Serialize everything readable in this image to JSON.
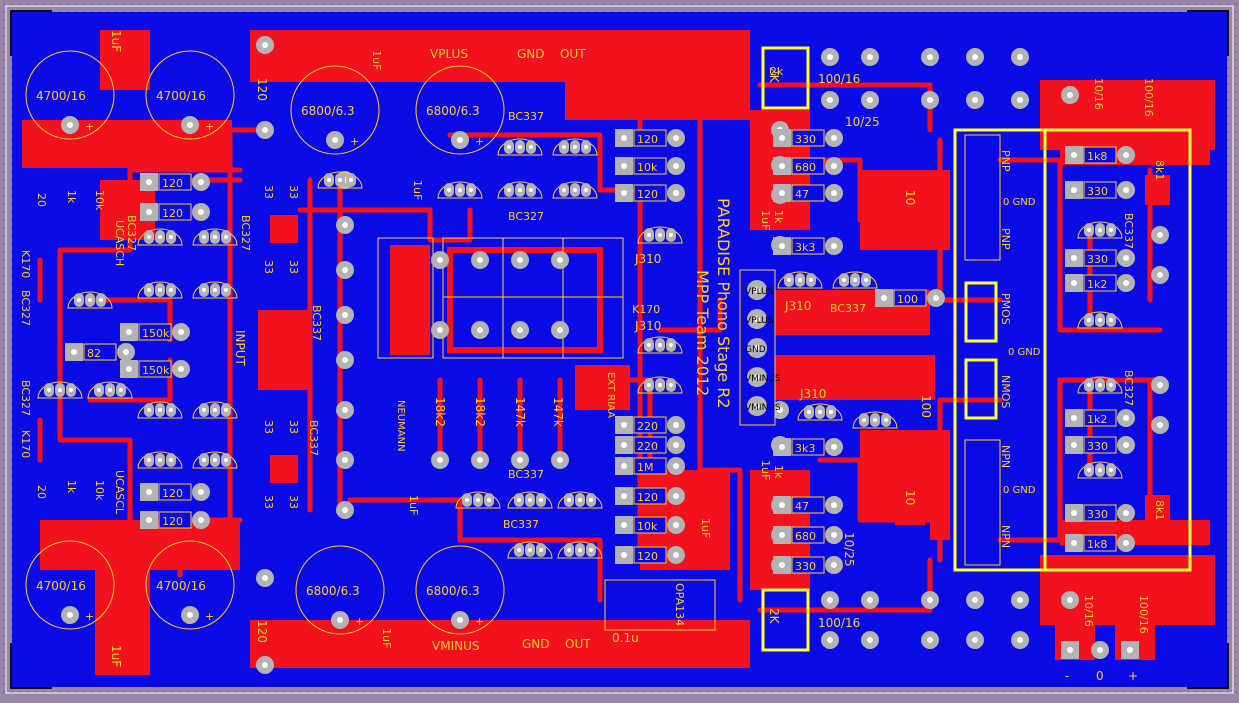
{
  "colors": {
    "surround": "#9a86a8",
    "dots": "#6f5f80",
    "board": "#0b0be6",
    "copper": "#f2121d",
    "silk": "#ffd030",
    "highlight": "#ffff33",
    "pad": "#b3b3b3",
    "drill": "#ffffff"
  },
  "board_text": {
    "title_line1": "PARADISE Phono Stage R2",
    "title_line2": "MPP Team 2012",
    "vplus": "VPLUS",
    "vminus": "VMINUS",
    "gnd": "GND",
    "out": "OUT",
    "input": "INPUT",
    "ucasch": "UCASCH",
    "ucascl": "UCASCL",
    "k170": "K170",
    "bc327": "BC327",
    "bc337": "BC337",
    "j310": "J310",
    "neumann": "NEUMANN",
    "ext_riaa": "EXT RIAA",
    "opa134": "OPA134",
    "cap_0_1u": "0.1u",
    "pnp": "PNP",
    "npn": "NPN",
    "pmos": "PMOS",
    "nmos": "NMOS",
    "zero_gnd": "0 GND",
    "minus": "-",
    "zero": "0",
    "plus": "+",
    "conn_labels": [
      "VPLUS",
      "VPLUS",
      "GND",
      "VMINUS",
      "VMINUS"
    ]
  },
  "caps": {
    "big_4700": "4700/16",
    "big_6800": "6800/6.3",
    "c100_16": "100/16",
    "c10_16": "10/16",
    "c10_25": "10/25",
    "c1uf": "1uF"
  },
  "resistors": {
    "r120": "120",
    "r330": "330",
    "r680": "680",
    "r47": "47",
    "r3k3": "3k3",
    "r100": "100",
    "r10k": "10k",
    "r1k": "1k",
    "r1k2": "1k2",
    "r1k8": "1k8",
    "r1M": "1M",
    "r220": "220",
    "r150k": "150k",
    "r82": "82",
    "r18k2": "18k2",
    "r147k": "147k",
    "r33": "33",
    "r20": "20",
    "r10": "10",
    "r8k1": "8k1",
    "r2k": "2k",
    "r2k_pot": "2K",
    "r1k_pot": "1k"
  }
}
